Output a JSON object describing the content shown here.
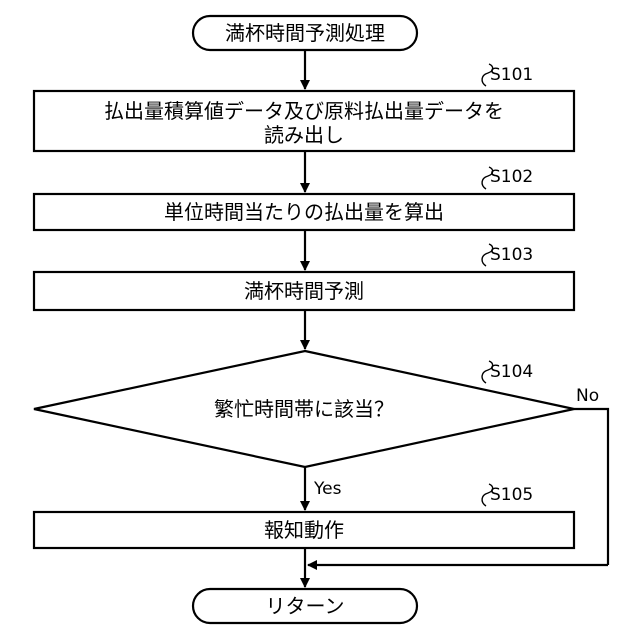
{
  "flowchart": {
    "start": {
      "label": "満杯時間予測処理"
    },
    "steps": [
      {
        "id": "S101",
        "line1": "払出量積算値データ及び原料払出量データを",
        "line2": "読み出し"
      },
      {
        "id": "S102",
        "label": "単位時間当たりの払出量を算出"
      },
      {
        "id": "S103",
        "label": "満杯時間予測"
      }
    ],
    "decision": {
      "id": "S104",
      "label": "繁忙時間帯に該当？",
      "yes": "Yes",
      "no": "No"
    },
    "final_step": {
      "id": "S105",
      "label": "報知動作"
    },
    "end": {
      "label": "リターン"
    }
  }
}
